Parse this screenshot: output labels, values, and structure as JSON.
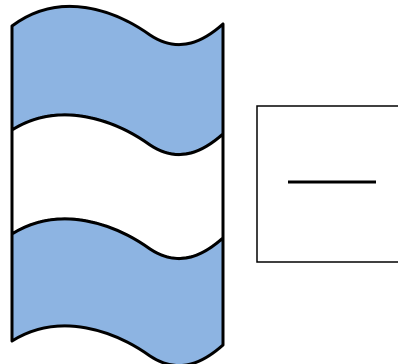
{
  "flag": {
    "stripes": [
      "blue",
      "white",
      "blue"
    ],
    "colors": {
      "blue": "#8DB4E2",
      "white": "#FFFFFF",
      "outline": "#000000"
    }
  },
  "answer_box": {
    "value": "",
    "border_color": "#000000"
  }
}
